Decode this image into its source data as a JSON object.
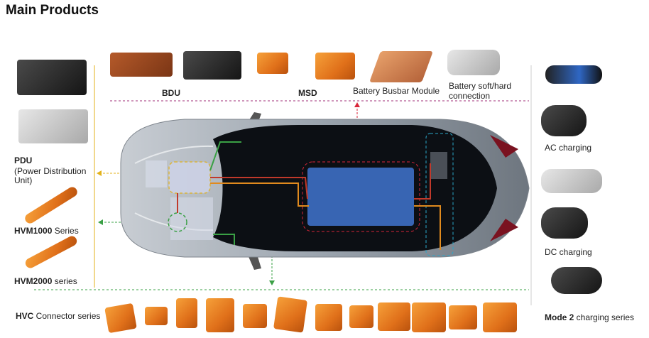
{
  "title": "Main Products",
  "labels": {
    "bdu": "BDU",
    "msd": "MSD",
    "busbar": "Battery Busbar Module",
    "soft_hard_1": "Battery soft/hard",
    "soft_hard_2": "connection",
    "pdu": "PDU",
    "pdu_desc_1": "(Power Distribution",
    "pdu_desc_2": "Unit)",
    "hvm1000_bold": "HVM1000",
    "hvm1000_rest": " Series",
    "hvm2000_bold": "HVM2000",
    "hvm2000_rest": " series",
    "hvc_bold": "HVC",
    "hvc_rest": " Connector series",
    "ac": "AC charging",
    "dc": "DC charging",
    "mode2_bold": "Mode 2",
    "mode2_rest": " charging series"
  },
  "colors": {
    "purple_line": "#a0307a",
    "yellow_line": "#e3b21a",
    "green_line": "#3aa045",
    "red_line": "#d9263a",
    "cyan_line": "#2aa7c9",
    "battery": "#3d6fc4"
  }
}
